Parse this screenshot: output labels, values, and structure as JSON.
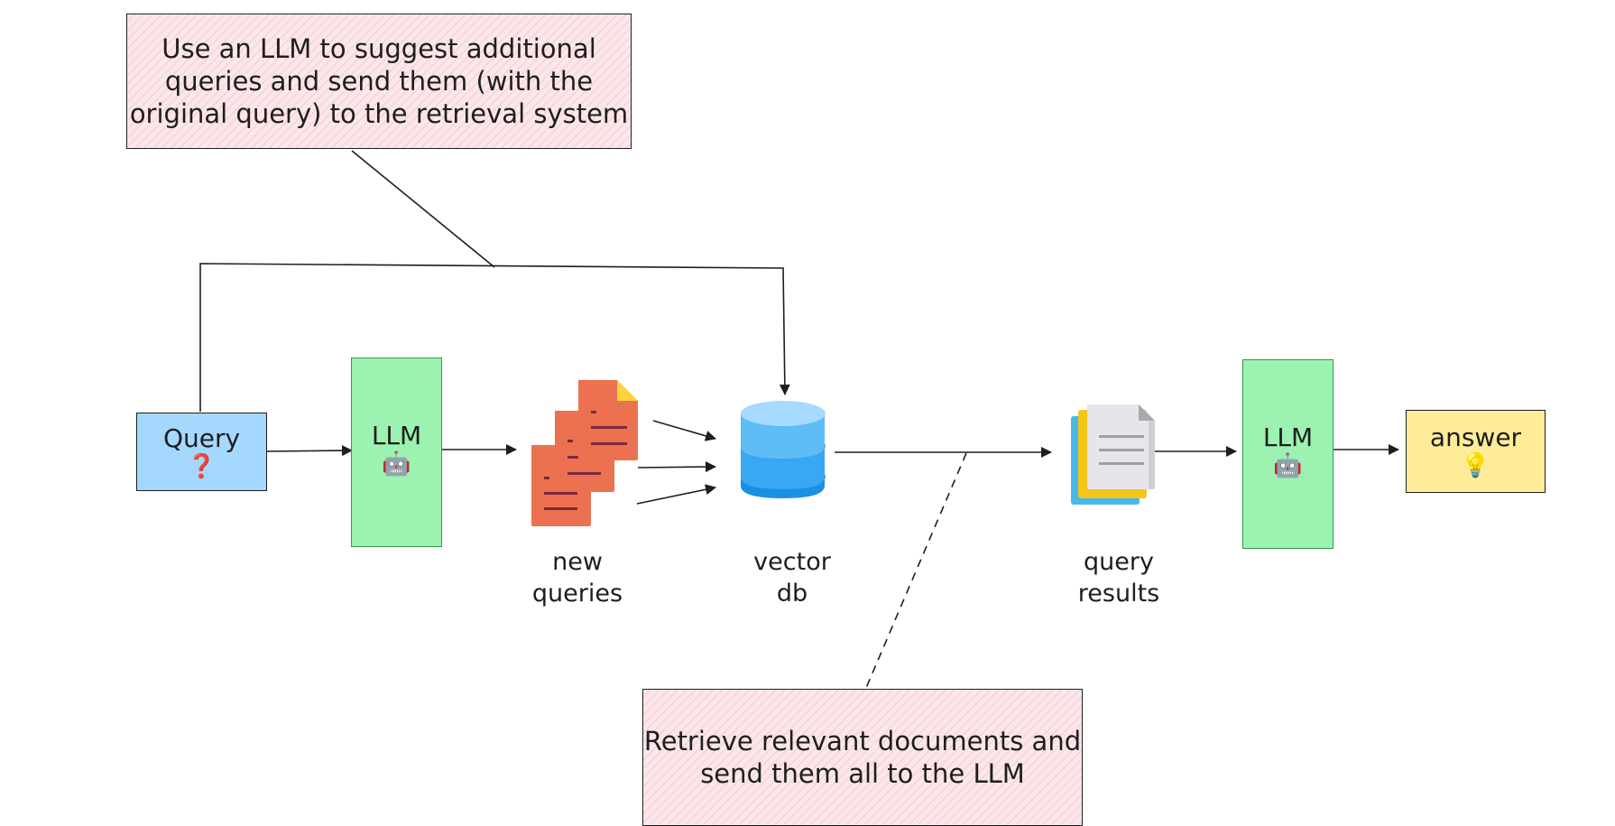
{
  "notes": {
    "top": "Use an LLM to suggest additional\nqueries and send them (with the\noriginal query) to the retrieval system",
    "bottom": "Retrieve relevant documents and\nsend them all to the LLM"
  },
  "nodes": {
    "query": {
      "label": "Query",
      "icon": "❓",
      "icon_name": "question-mark-icon",
      "color": "#a5d8ff"
    },
    "llm1": {
      "label": "LLM",
      "icon": "🤖",
      "icon_name": "robot-icon",
      "color": "#9cf2b0"
    },
    "llm2": {
      "label": "LLM",
      "icon": "🤖",
      "icon_name": "robot-icon",
      "color": "#9cf2b0"
    },
    "answer": {
      "label": "answer",
      "icon": "💡",
      "icon_name": "lightbulb-icon",
      "color": "#ffec99"
    }
  },
  "labels": {
    "new_queries": "new\nqueries",
    "vector_db": "vector\ndb",
    "query_results": "query\nresults"
  },
  "icons": {
    "new_queries": "documents-stack-icon",
    "vector_db": "database-icon",
    "query_results": "document-pages-icon"
  },
  "colors": {
    "note_fill": "#fbe7ea",
    "doc_orange": "#ec7150",
    "db_blue": "#1a8fe8",
    "line": "#1e1e1e"
  }
}
